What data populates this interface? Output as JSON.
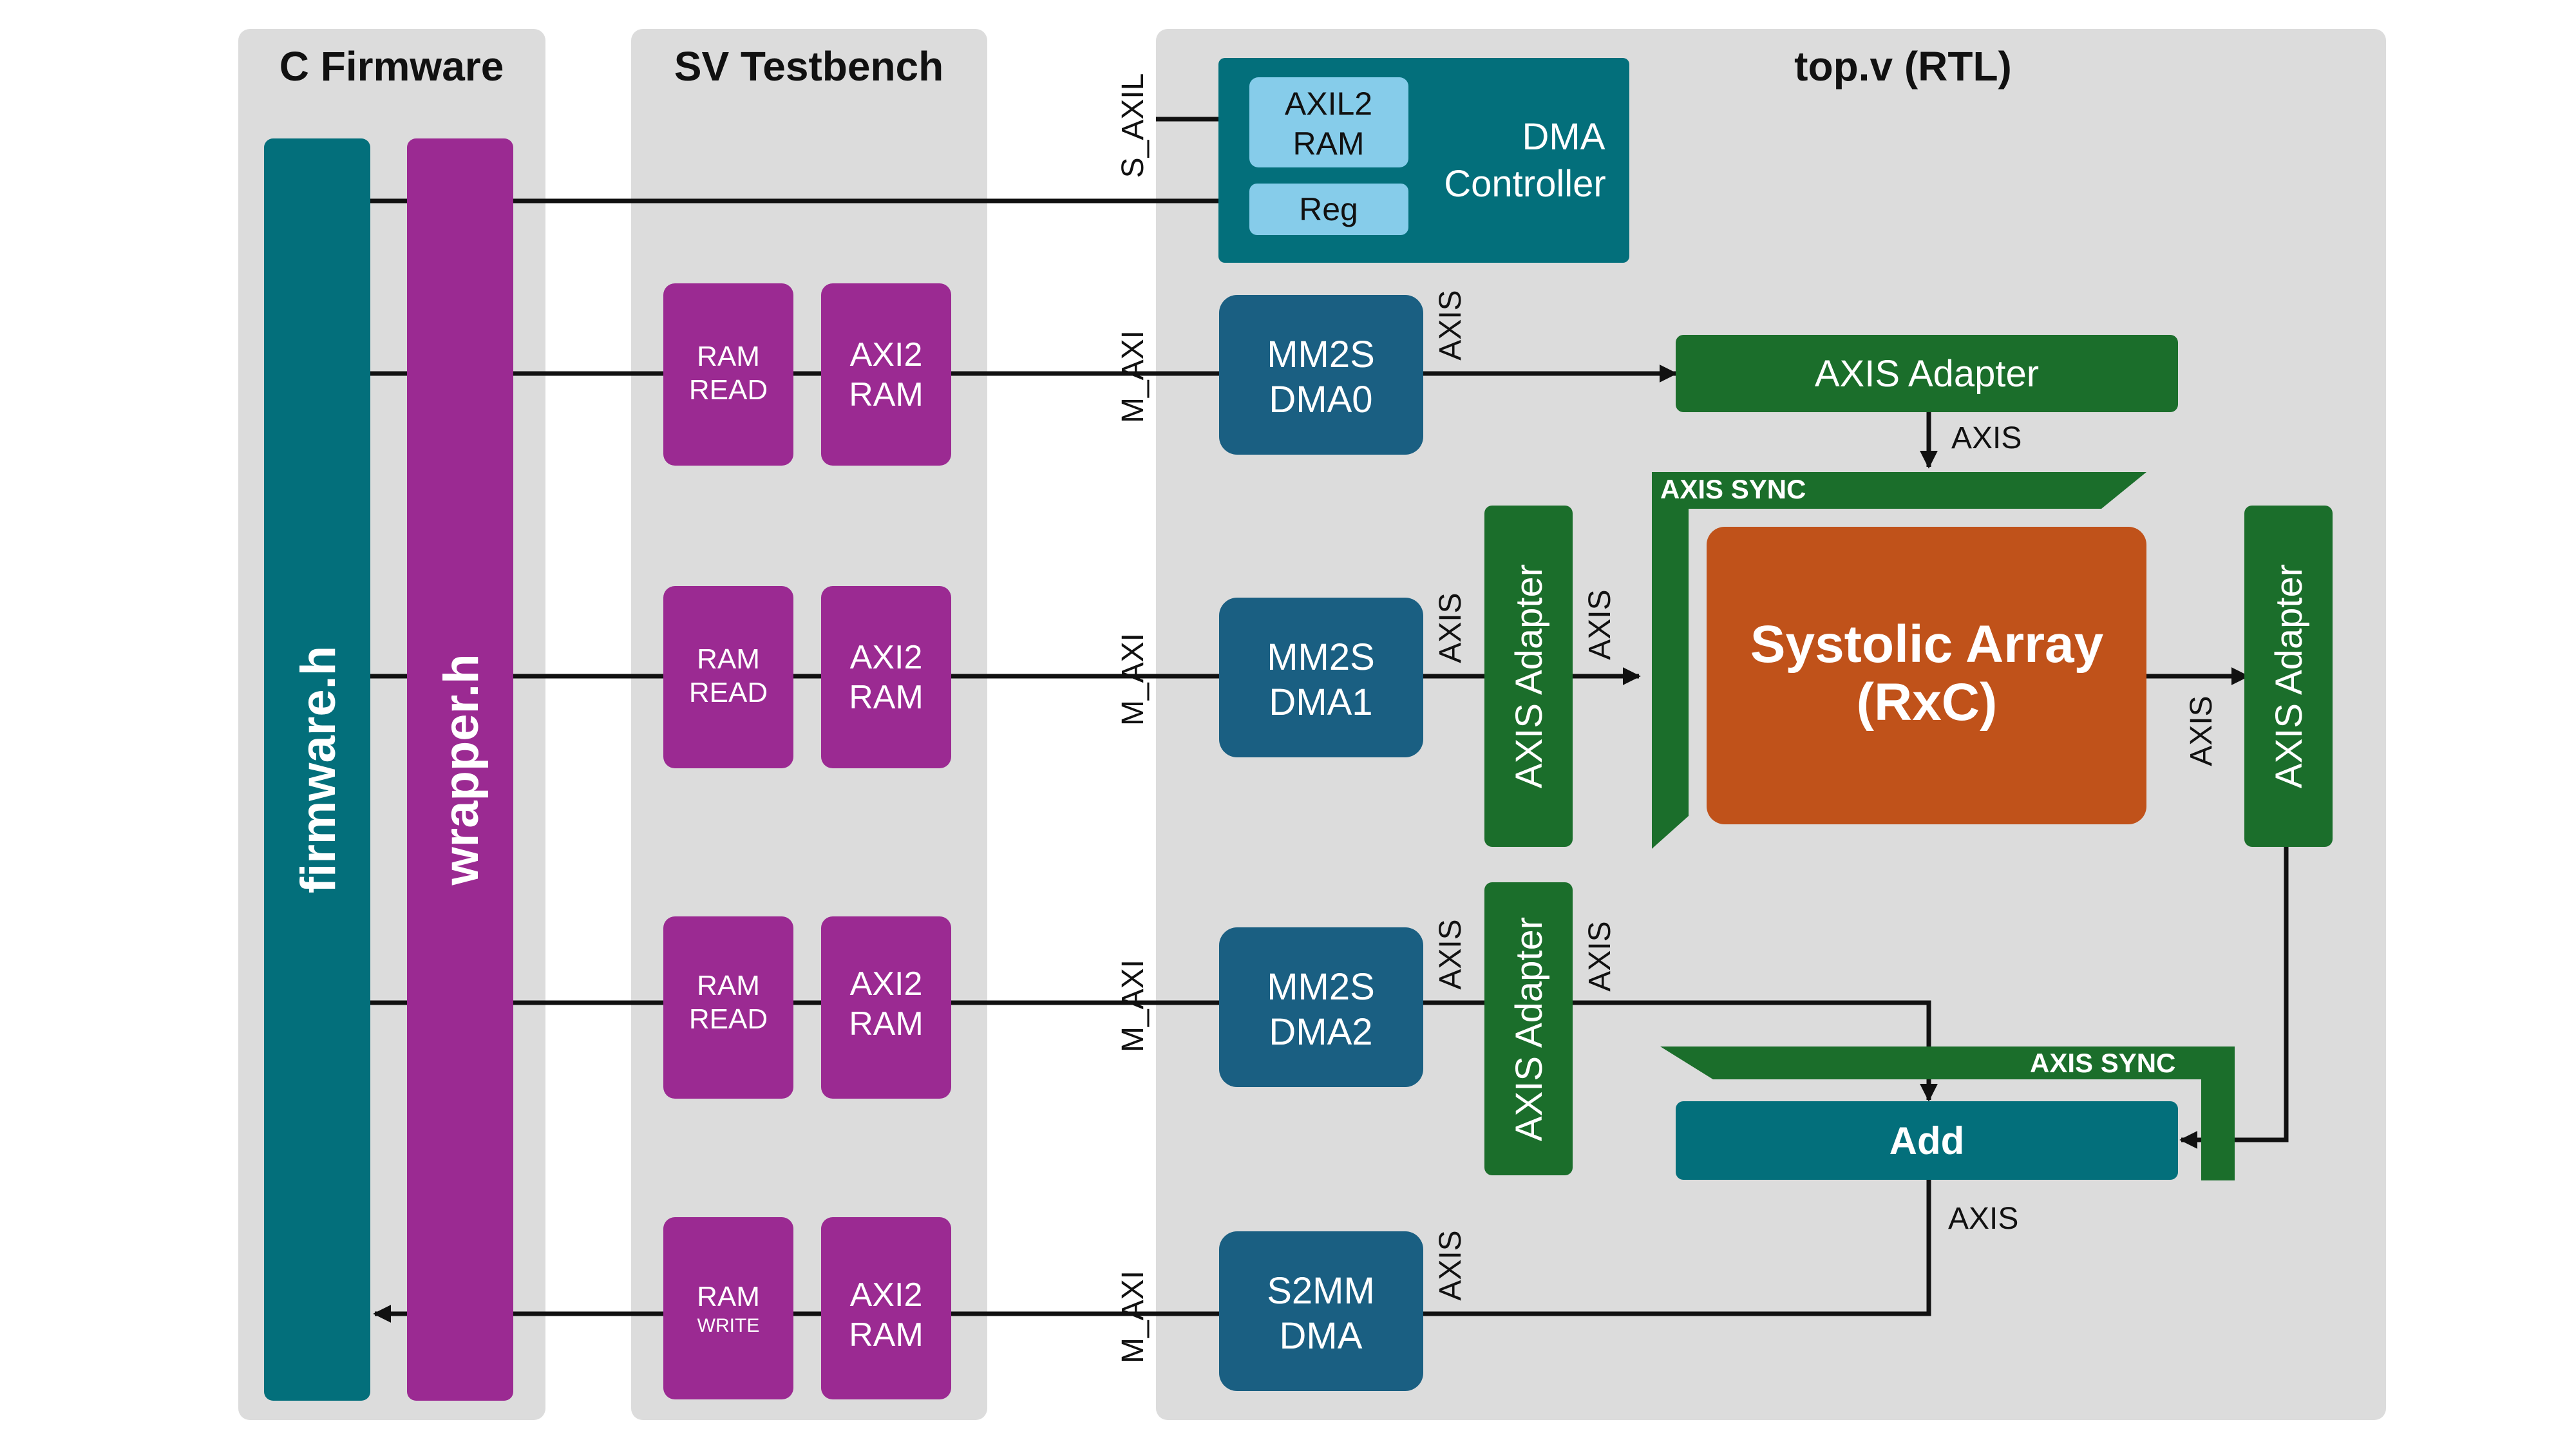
{
  "colors": {
    "panel": "#dcdcdc",
    "teal": "#036f7b",
    "purple": "#9b2a92",
    "blue": "#1a5f82",
    "light_blue": "#86ccea",
    "green": "#1b6e2b",
    "orange": "#c0521a",
    "wire": "#111111"
  },
  "panels": {
    "firmware_title": "C Firmware",
    "testbench_title": "SV Testbench",
    "rtl_title": "top.v (RTL)"
  },
  "firmware": {
    "firmware_h": "firmware.h",
    "wrapper_h": "wrapper.h"
  },
  "dma_controller": {
    "title_line1": "DMA",
    "title_line2": "Controller",
    "axil2ram_line1": "AXIL2",
    "axil2ram_line2": "RAM",
    "reg": "Reg",
    "port": "S_AXIL"
  },
  "lanes": [
    {
      "ram_line1": "RAM",
      "ram_line2": "READ",
      "axi2ram_line1": "AXI2",
      "axi2ram_line2": "RAM",
      "port": "M_AXI",
      "dma_line1": "MM2S",
      "dma_line2": "DMA0",
      "axis": "AXIS"
    },
    {
      "ram_line1": "RAM",
      "ram_line2": "READ",
      "axi2ram_line1": "AXI2",
      "axi2ram_line2": "RAM",
      "port": "M_AXI",
      "dma_line1": "MM2S",
      "dma_line2": "DMA1",
      "axis": "AXIS"
    },
    {
      "ram_line1": "RAM",
      "ram_line2": "READ",
      "axi2ram_line1": "AXI2",
      "axi2ram_line2": "RAM",
      "port": "M_AXI",
      "dma_line1": "MM2S",
      "dma_line2": "DMA2",
      "axis": "AXIS"
    },
    {
      "ram_line1": "RAM",
      "ram_line2": "WRITE",
      "axi2ram_line1": "AXI2",
      "axi2ram_line2": "RAM",
      "port": "M_AXI",
      "dma_line1": "S2MM",
      "dma_line2": "DMA",
      "axis": "AXIS"
    }
  ],
  "rtl": {
    "axis_adapter_top": "AXIS Adapter",
    "axis_adapter_top_out": "AXIS",
    "axis_sync_upper": "AXIS SYNC",
    "systolic_line1": "Systolic Array",
    "systolic_line2": "(RxC)",
    "axis_adapter_dma1": "AXIS Adapter",
    "axis_adapter_dma1_out": "AXIS",
    "axis_adapter_right": "AXIS Adapter",
    "axis_adapter_right_in": "AXIS",
    "axis_adapter_dma2": "AXIS Adapter",
    "axis_adapter_dma2_out": "AXIS",
    "axis_sync_lower": "AXIS SYNC",
    "add": "Add",
    "add_out": "AXIS"
  }
}
